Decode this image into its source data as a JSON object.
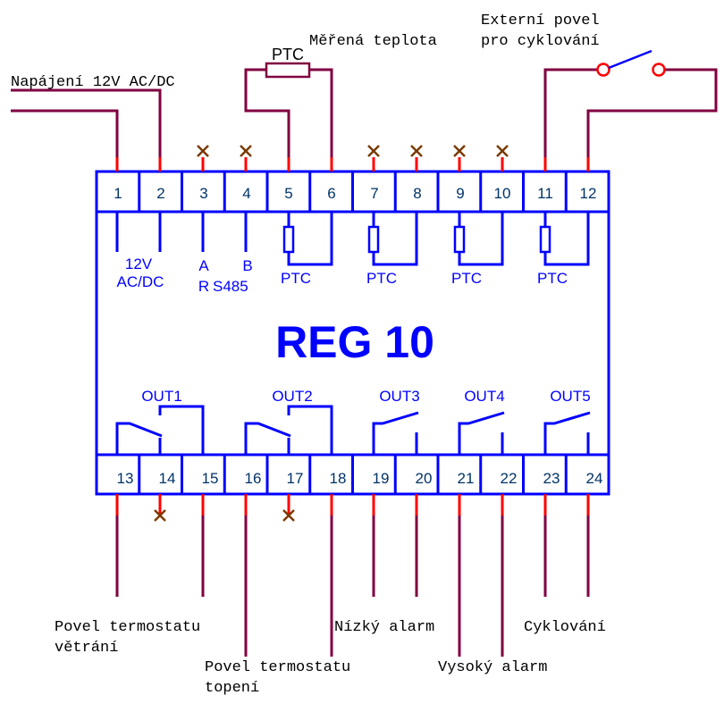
{
  "module": {
    "title": "REG 10"
  },
  "terminals": {
    "top": [
      "1",
      "2",
      "3",
      "4",
      "5",
      "6",
      "7",
      "8",
      "9",
      "10",
      "11",
      "12"
    ],
    "bottom": [
      "13",
      "14",
      "15",
      "16",
      "17",
      "18",
      "19",
      "20",
      "21",
      "22",
      "23",
      "24"
    ]
  },
  "inner_labels": {
    "supply_line1": "12V",
    "supply_line2": "AC/DC",
    "rs485_a": "A",
    "rs485_b": "B",
    "rs485_r": "R",
    "rs485_s": "S485",
    "ptc_inputs": [
      "PTC",
      "PTC",
      "PTC",
      "PTC"
    ]
  },
  "outputs": [
    "OUT1",
    "OUT2",
    "OUT3",
    "OUT4",
    "OUT5"
  ],
  "external_labels": {
    "power": "Napájení 12V AC/DC",
    "measured_temp": "Měřená teplota",
    "sensor": "PTC",
    "cycling_cmd_line1": "Externí povel",
    "cycling_cmd_line2": "pro cyklování",
    "vent_cmd_line1": "Povel termostatu",
    "vent_cmd_line2": "větrání",
    "heat_cmd_line1": "Povel termostatu",
    "heat_cmd_line2": "topení",
    "low_alarm": "Nízký alarm",
    "high_alarm": "Vysoký alarm",
    "cycling": "Cyklování"
  },
  "colors": {
    "module": "#0000ff",
    "wire": "#800040",
    "pin": "#ff0000",
    "unused_mark": "#7a3a00",
    "switch_contact": "#ff0000"
  }
}
